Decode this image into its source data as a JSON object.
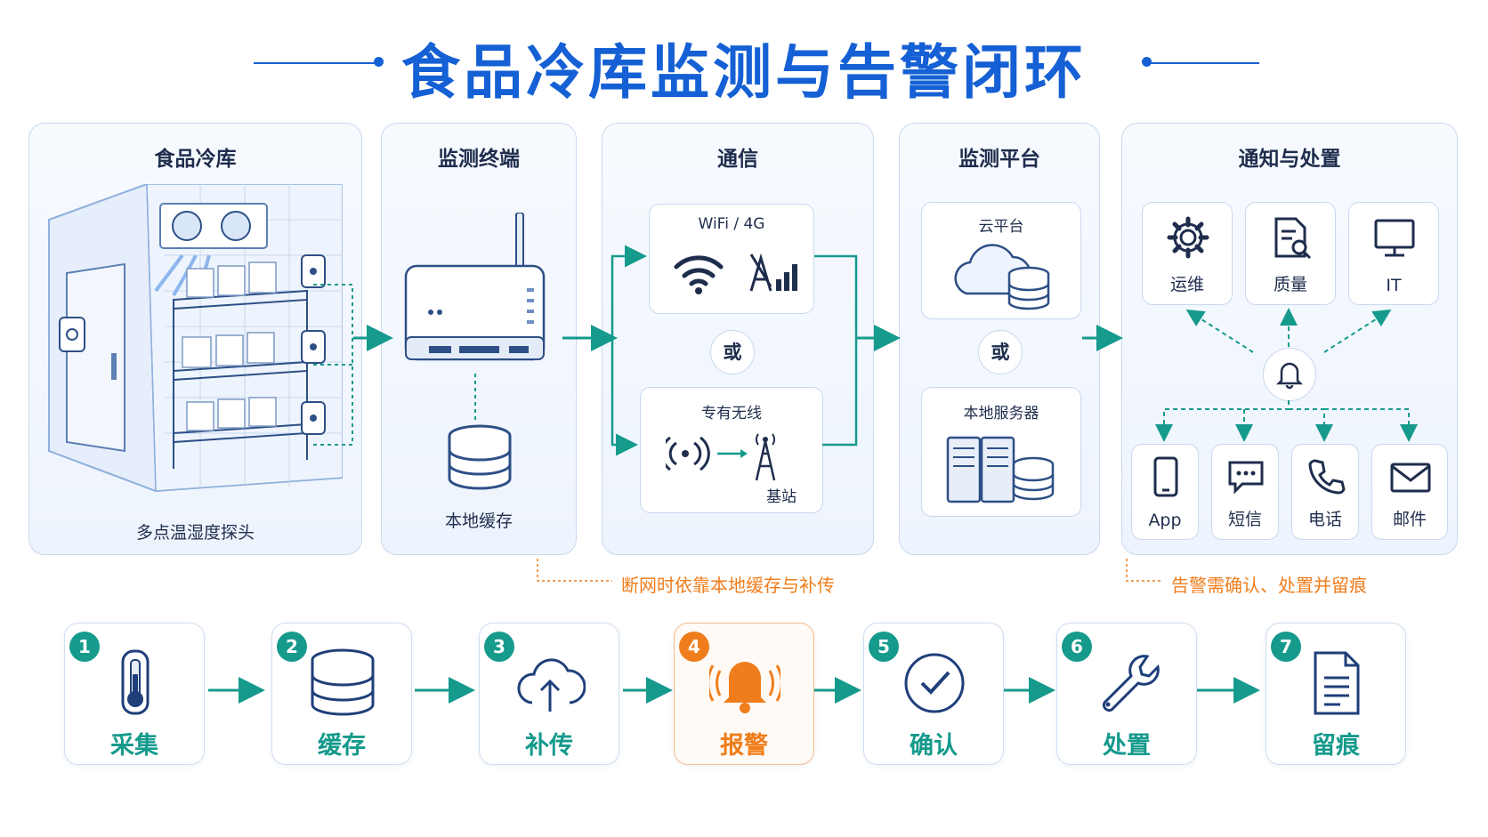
{
  "title": "食品冷库监测与告警闭环",
  "panels": {
    "cold_storage": {
      "title": "食品冷库",
      "caption": "多点温湿度探头"
    },
    "terminal": {
      "title": "监测终端",
      "cache_label": "本地缓存"
    },
    "comm": {
      "title": "通信",
      "wifi_label": "WiFi / 4G",
      "or_label": "或",
      "wireless_label": "专有无线",
      "base_label": "基站"
    },
    "platform": {
      "title": "监测平台",
      "cloud_label": "云平台",
      "or_label": "或",
      "server_label": "本地服务器"
    },
    "notify": {
      "title": "通知与处置",
      "teams": [
        {
          "label": "运维",
          "icon": "gear-icon"
        },
        {
          "label": "质量",
          "icon": "document-search-icon"
        },
        {
          "label": "IT",
          "icon": "monitor-icon"
        }
      ],
      "channels": [
        {
          "label": "App",
          "icon": "phone-icon"
        },
        {
          "label": "短信",
          "icon": "sms-icon"
        },
        {
          "label": "电话",
          "icon": "telephone-icon"
        },
        {
          "label": "邮件",
          "icon": "mail-icon"
        }
      ]
    }
  },
  "notes": {
    "offline": "断网时依靠本地缓存与补传",
    "alarm": "告警需确认、处置并留痕"
  },
  "steps": [
    {
      "num": "1",
      "label": "采集",
      "icon": "thermometer-icon"
    },
    {
      "num": "2",
      "label": "缓存",
      "icon": "database-icon"
    },
    {
      "num": "3",
      "label": "补传",
      "icon": "cloud-upload-icon"
    },
    {
      "num": "4",
      "label": "报警",
      "icon": "bell-icon"
    },
    {
      "num": "5",
      "label": "确认",
      "icon": "check-circle-icon"
    },
    {
      "num": "6",
      "label": "处置",
      "icon": "wrench-icon"
    },
    {
      "num": "7",
      "label": "留痕",
      "icon": "document-icon"
    }
  ],
  "colors": {
    "primary": "#1560d4",
    "teal": "#159a8c",
    "orange": "#f07d1c",
    "border": "#c9d8ee"
  }
}
